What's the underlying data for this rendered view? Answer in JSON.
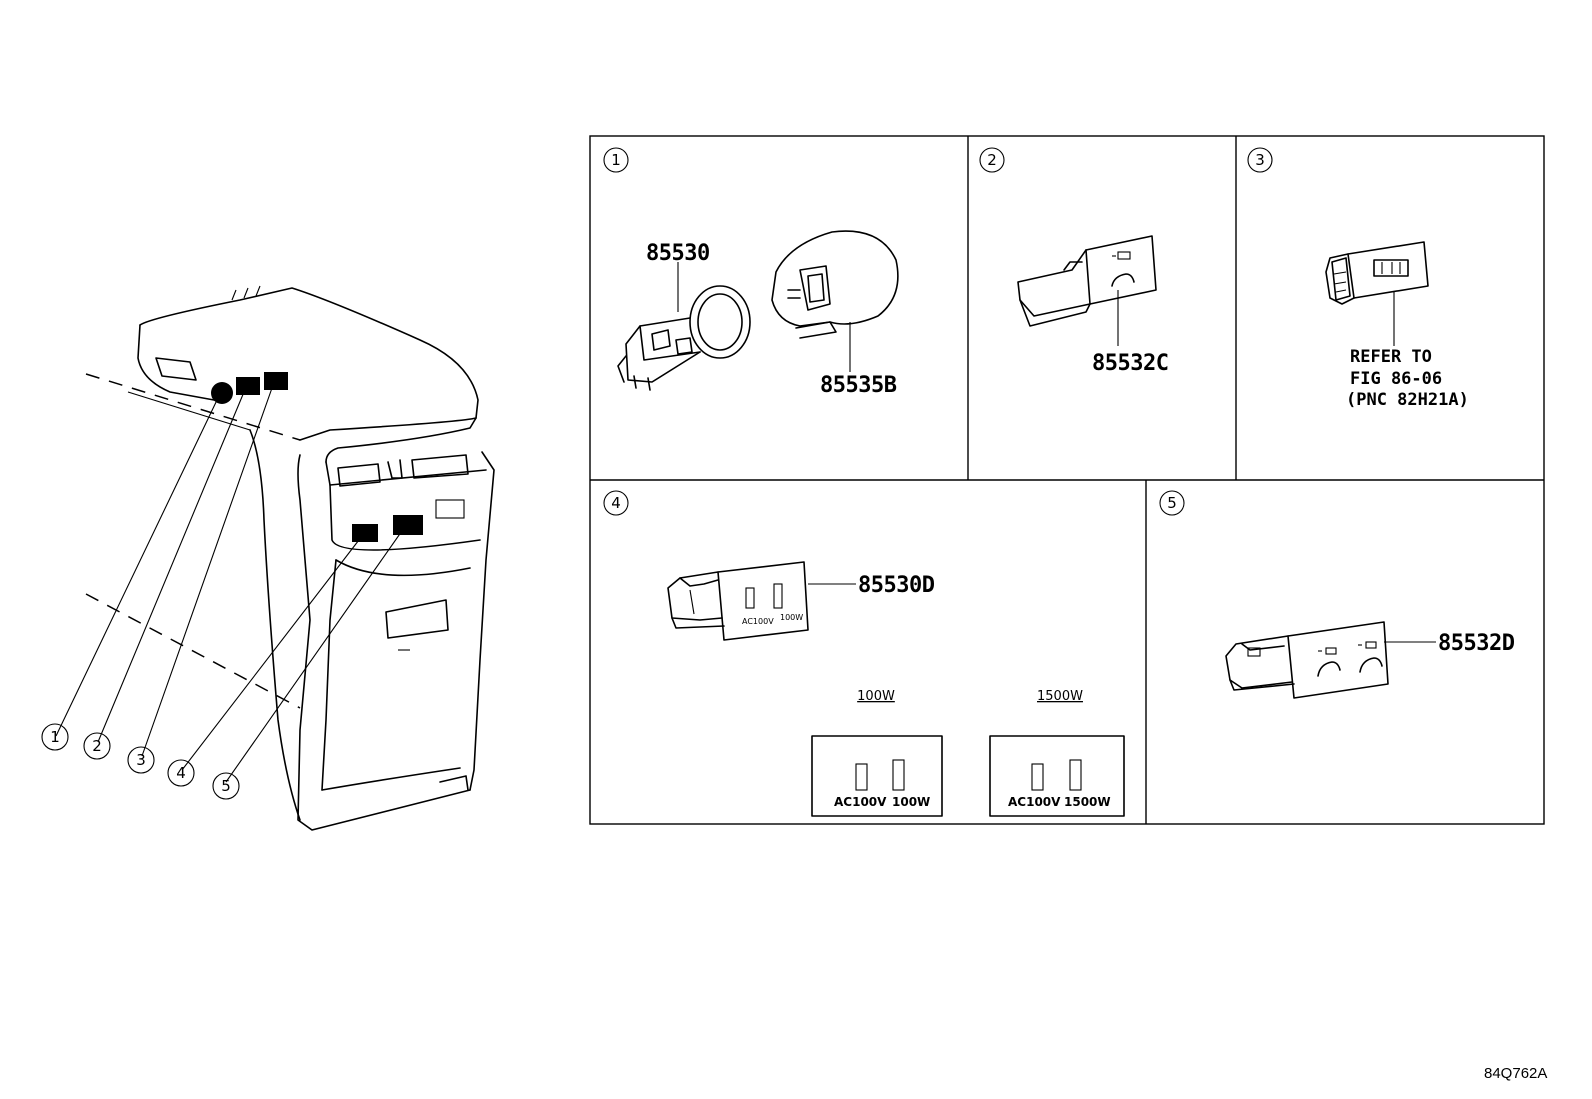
{
  "panels": [
    {
      "marker": "1",
      "parts": [
        "85530",
        "85535B"
      ]
    },
    {
      "marker": "2",
      "parts": [
        "85532C"
      ]
    },
    {
      "marker": "3",
      "note": [
        "REFER TO",
        "FIG 86-06",
        "(PNC 82H21A)"
      ]
    },
    {
      "marker": "4",
      "parts": [
        "85530D"
      ],
      "device_labels": [
        "AC100V",
        "100W"
      ],
      "variants": [
        {
          "title": "100W",
          "labels": [
            "AC100V",
            "100W"
          ]
        },
        {
          "title": "1500W",
          "labels": [
            "AC100V",
            "1500W"
          ]
        }
      ]
    },
    {
      "marker": "5",
      "parts": [
        "85532D"
      ]
    }
  ],
  "callouts": [
    "1",
    "2",
    "3",
    "4",
    "5"
  ],
  "figure_code": "84Q762A"
}
